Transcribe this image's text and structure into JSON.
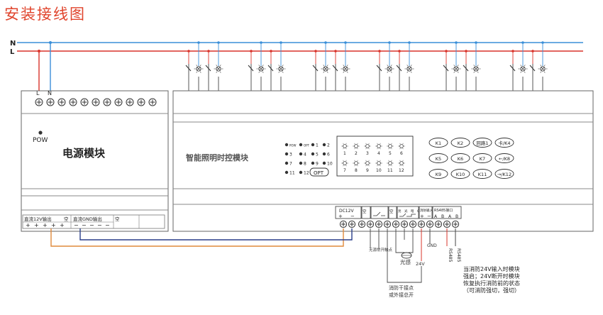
{
  "title": "安装接线图",
  "bus": {
    "n_label": "N",
    "l_label": "L",
    "n_color": "#3a8fd8",
    "l_color": "#d9342b"
  },
  "power_module": {
    "l_term": "L",
    "n_term": "N",
    "pow_label": "POW",
    "name": "电源模块",
    "bottom_left_label": "直流12V输出",
    "bottom_left_suffix": "空",
    "bottom_right_label": "直流GND输出",
    "bottom_right_suffix": "空",
    "plus_signs": [
      "+",
      "+",
      "+",
      "+",
      "+"
    ],
    "minus_signs": [
      "−",
      "−",
      "−",
      "−",
      "−"
    ]
  },
  "control_module": {
    "name": "智能照明时控模块",
    "leds": [
      "POW",
      "OPT",
      "1",
      "2",
      "3",
      "4",
      "5",
      "6",
      "7",
      "8",
      "9",
      "10",
      "11",
      "12"
    ],
    "opt_button": "OPT",
    "relay_numbers": [
      "1",
      "2",
      "3",
      "4",
      "5",
      "6",
      "7",
      "8",
      "9",
      "10",
      "11",
      "12"
    ],
    "keys": [
      "K1",
      "K2",
      "回路1",
      "卡/K4",
      "K5",
      "K6",
      "K7",
      "←/K8",
      "K9",
      "K10",
      "K11",
      "→/K12"
    ],
    "dc_label": "DC12V",
    "dc_signs": [
      "+",
      "−"
    ],
    "empty_label": "空",
    "no_emergency_label": "无源常开触点",
    "light_sensor_terminals": [
      "亮",
      "光",
      "暗",
      "OE"
    ],
    "fire_label": "消防输入",
    "fire_signs": [
      "+",
      "−"
    ],
    "rs485_label": "RS485接口",
    "rs485_terms": [
      "A",
      "B",
      "A",
      "B"
    ],
    "rs485_wire_labels": [
      "RS485",
      "RS485"
    ],
    "v24_label": "24V",
    "gnd_label": "GND",
    "light_sensor_label": "光感",
    "fire_contact_label": "消防干接点或外接总开",
    "note_lines": [
      "当消防24V输入时模块",
      "强启；24V断开时模块",
      "恢复执行消防前的状态",
      "（可消防强切，强切）"
    ]
  },
  "groups": [
    {
      "id": 1
    },
    {
      "id": 2
    },
    {
      "id": 3
    },
    {
      "id": 4
    },
    {
      "id": 5
    },
    {
      "id": 6
    }
  ],
  "colors": {
    "line": "#444444",
    "frame": "#666666",
    "orange": "#e08a3c",
    "navy": "#2a3f8a"
  }
}
